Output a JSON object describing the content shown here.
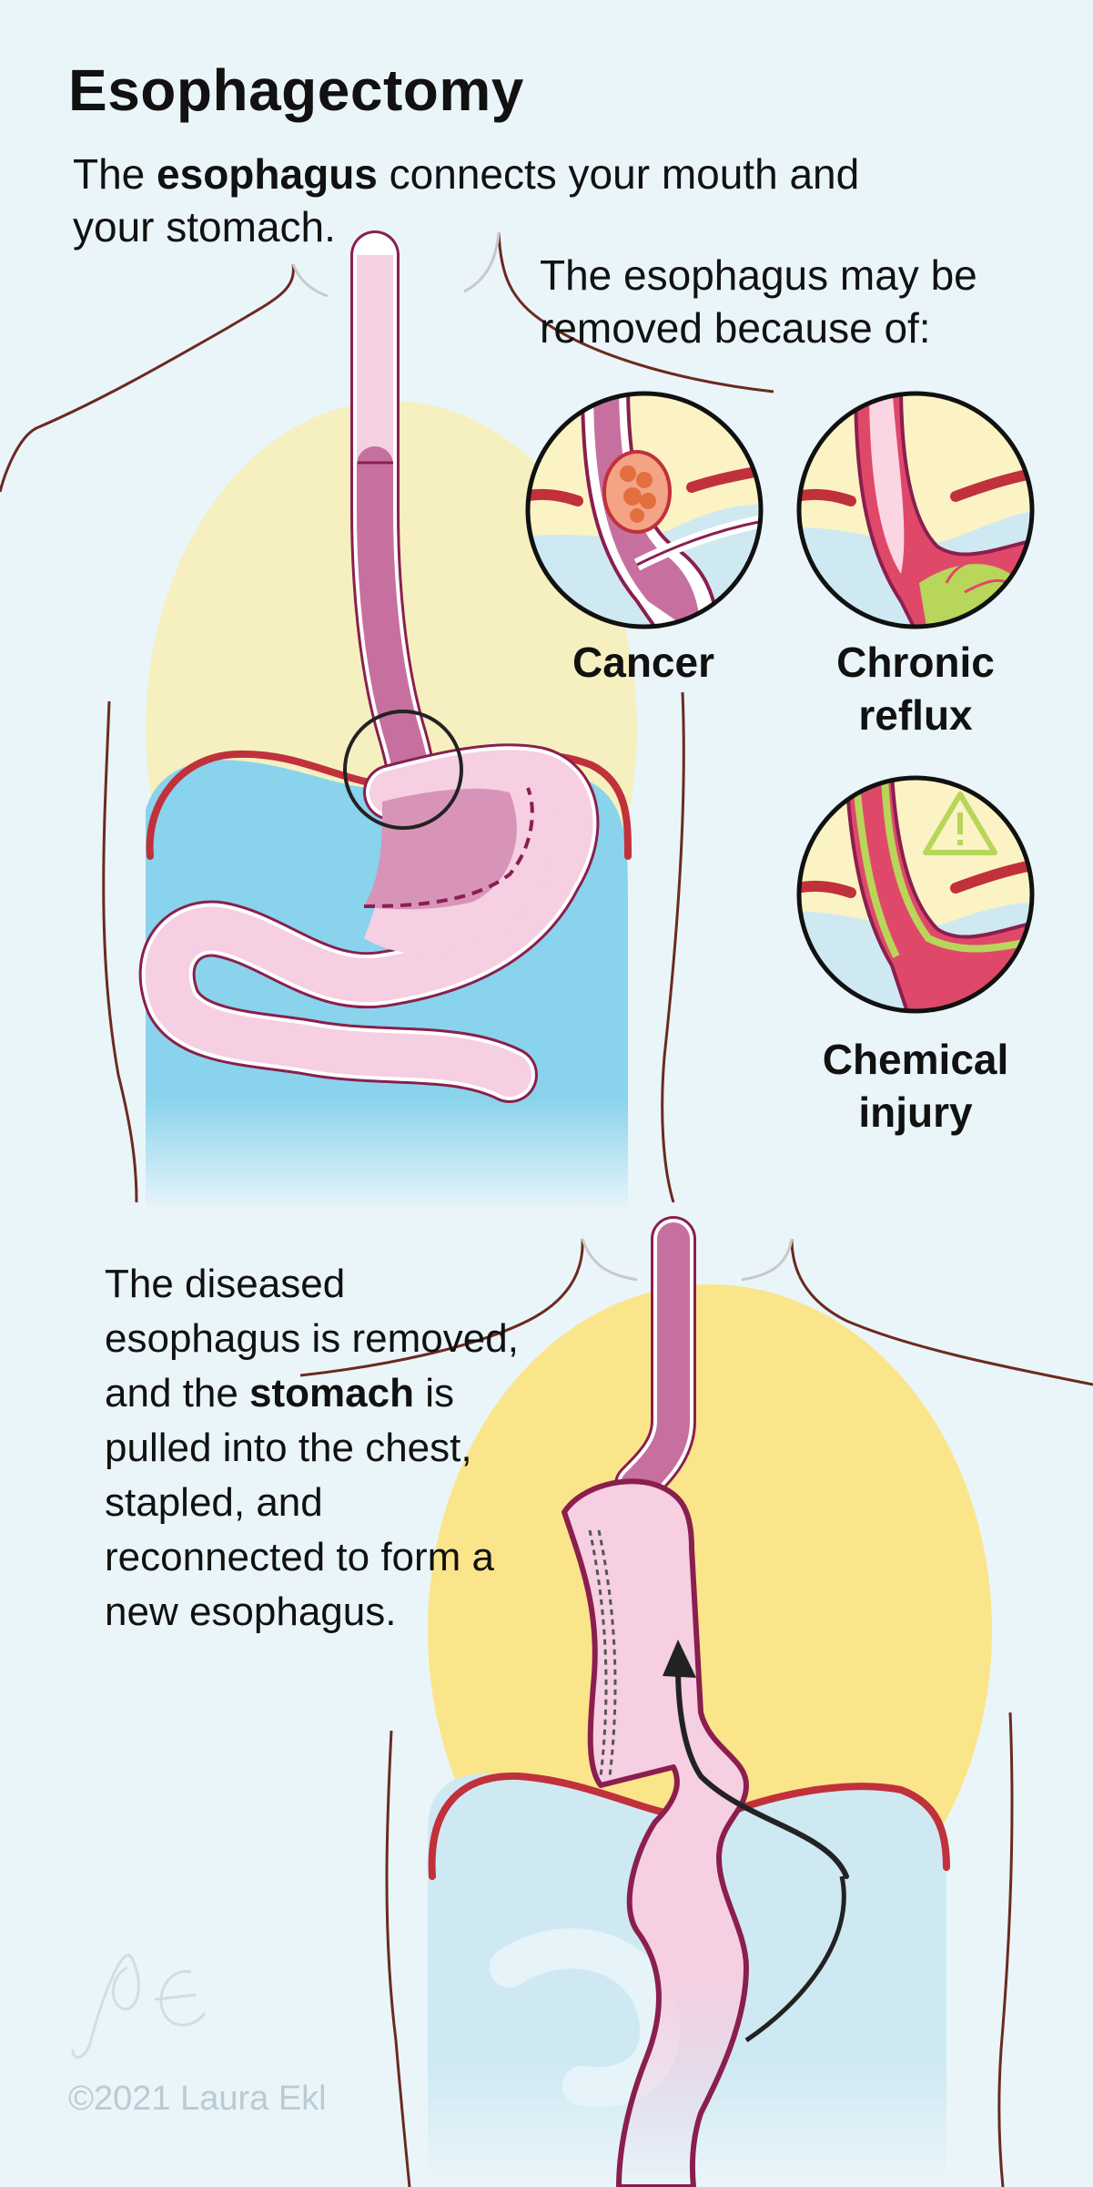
{
  "title": "Esophagectomy",
  "intro": {
    "prefix": "The ",
    "bold": "esophagus",
    "suffix": " connects your mouth and your stomach."
  },
  "causes_intro": "The esophagus may be removed because of:",
  "causes": [
    {
      "label": "Cancer",
      "icon": "tumor-icon"
    },
    {
      "label": "Chronic reflux",
      "icon": "reflux-icon"
    },
    {
      "label": "Chemical injury",
      "icon": "warning-icon"
    }
  ],
  "procedure": {
    "prefix": "The diseased esophagus is removed, and the ",
    "bold": "stomach",
    "suffix": " is pulled into the chest, stapled, and reconnected to form a new esophagus."
  },
  "copyright": "©2021 Laura Ekl",
  "colors": {
    "background": "#eaf5fa",
    "lung_yellow": "#f6f0c0",
    "lung_yellow_bottom": "#fbe58a",
    "abdomen_blue": "#8ad3ec",
    "abdomen_blue_light": "#cfe9f3",
    "esophagus": "#c7709f",
    "stomach_pink": "#f6cfe2",
    "outline": "#8a1f4f",
    "diaphragm": "#c0313c",
    "skin_line": "#6b2a20",
    "reflux_green": "#b8d65a",
    "injury_red": "#e0486a"
  }
}
